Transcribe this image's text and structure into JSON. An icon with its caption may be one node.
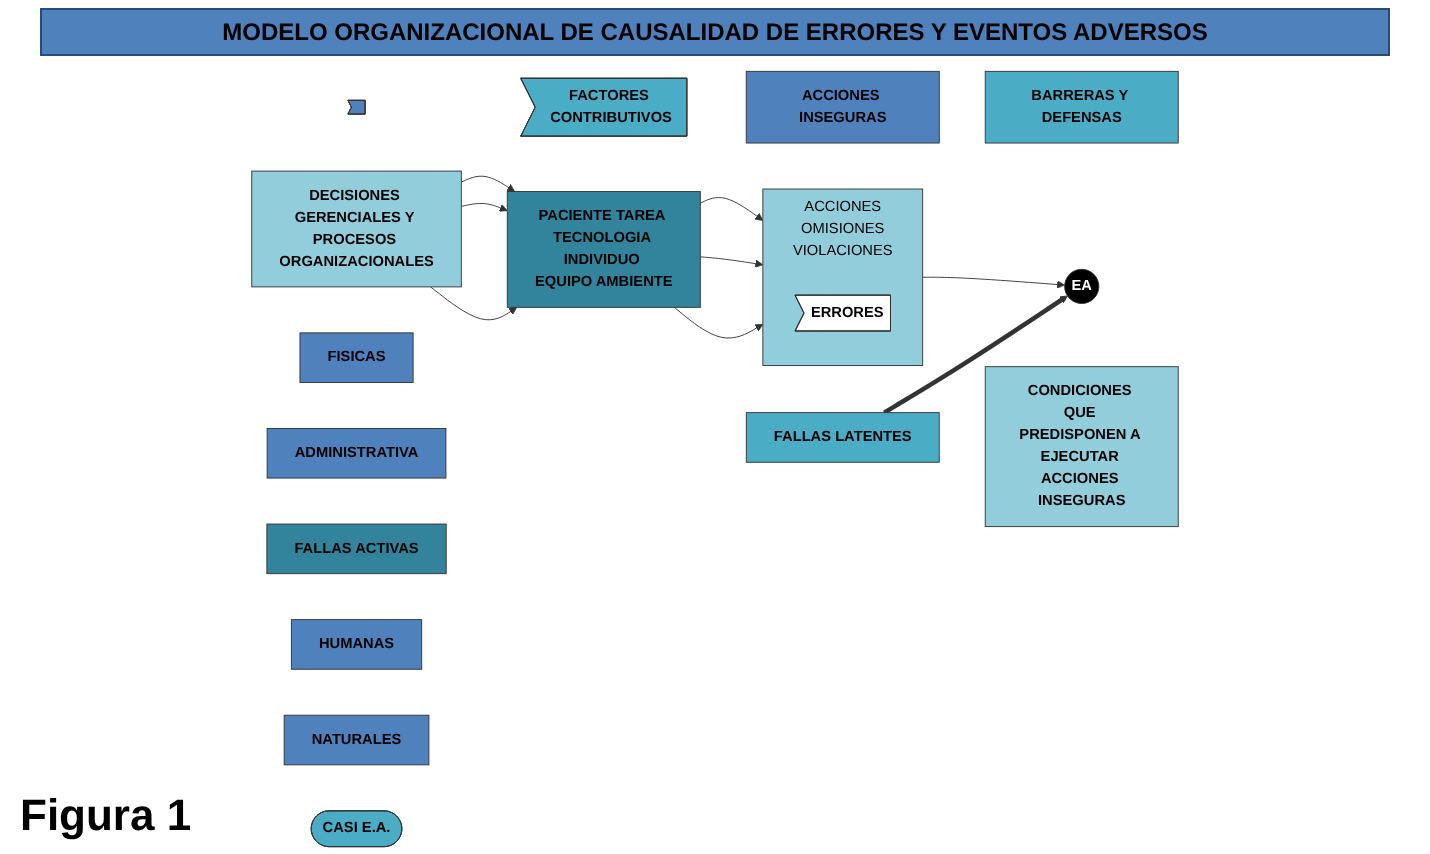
{
  "diagram": {
    "title": "MODELO ORGANIZACIONAL DE CAUSALIDAD DE ERRORES Y EVENTOS ADVERSOS",
    "caption": "Figura 1",
    "nodes": [
      {
        "text": [],
        "shape": "chevron"
      },
      {
        "text": [
          "FACTORES CONTRIBUTIVOS"
        ]
      },
      {
        "text": [
          "ACCIONES INSEGURAS"
        ]
      },
      {
        "text": [
          "BARRERAS Y DEFENSAS"
        ]
      },
      {
        "text": [
          "DECISIONES GERENCIALES Y PROCESOS ORGANIZACIONALES"
        ]
      },
      {
        "text": [
          "PACIENTE TAREA TECNOLOGIA INDIVIDUO EQUIPO AMBIENTE"
        ]
      },
      {
        "text": [
          "ACCIONES",
          "OMISIONES",
          "VIOLACIONES"
        ]
      },
      {
        "text": [
          "ERRORES"
        ],
        "in": 6
      },
      {
        "text": [
          "FISICAS"
        ]
      },
      {
        "text": [
          "ADMINISTRATIVA"
        ]
      },
      {
        "text": [
          "EA"
        ]
      },
      {
        "text": [
          "FALLAS LATENTES"
        ]
      },
      {
        "text": [
          "CONDICIONES QUE PREDISPONEN A EJECUTAR ACCIONES INSEGURAS"
        ]
      },
      {
        "text": [
          "FALLAS ACTIVAS"
        ]
      },
      {
        "text": [
          "HUMANAS"
        ]
      },
      {
        "text": [
          "NATURALES"
        ]
      },
      {
        "text": [
          "CASI E.A."
        ]
      }
    ],
    "edges": [
      {
        "from": 4,
        "to": 5,
        "arrow": "to"
      },
      {
        "from": 4,
        "to": 5,
        "arrow": "to"
      },
      {
        "from": 4,
        "to": 5,
        "arrow": "to"
      },
      {
        "from": 5,
        "to": 6,
        "arrow": "to"
      },
      {
        "from": 5,
        "to": 6,
        "arrow": "to"
      },
      {
        "from": 5,
        "to": 6,
        "arrow": "to"
      },
      {
        "from": 6,
        "to": 10,
        "arrow": "to"
      },
      {
        "from": 11,
        "to": 10,
        "arrow": "to",
        "style": "thick"
      }
    ]
  }
}
